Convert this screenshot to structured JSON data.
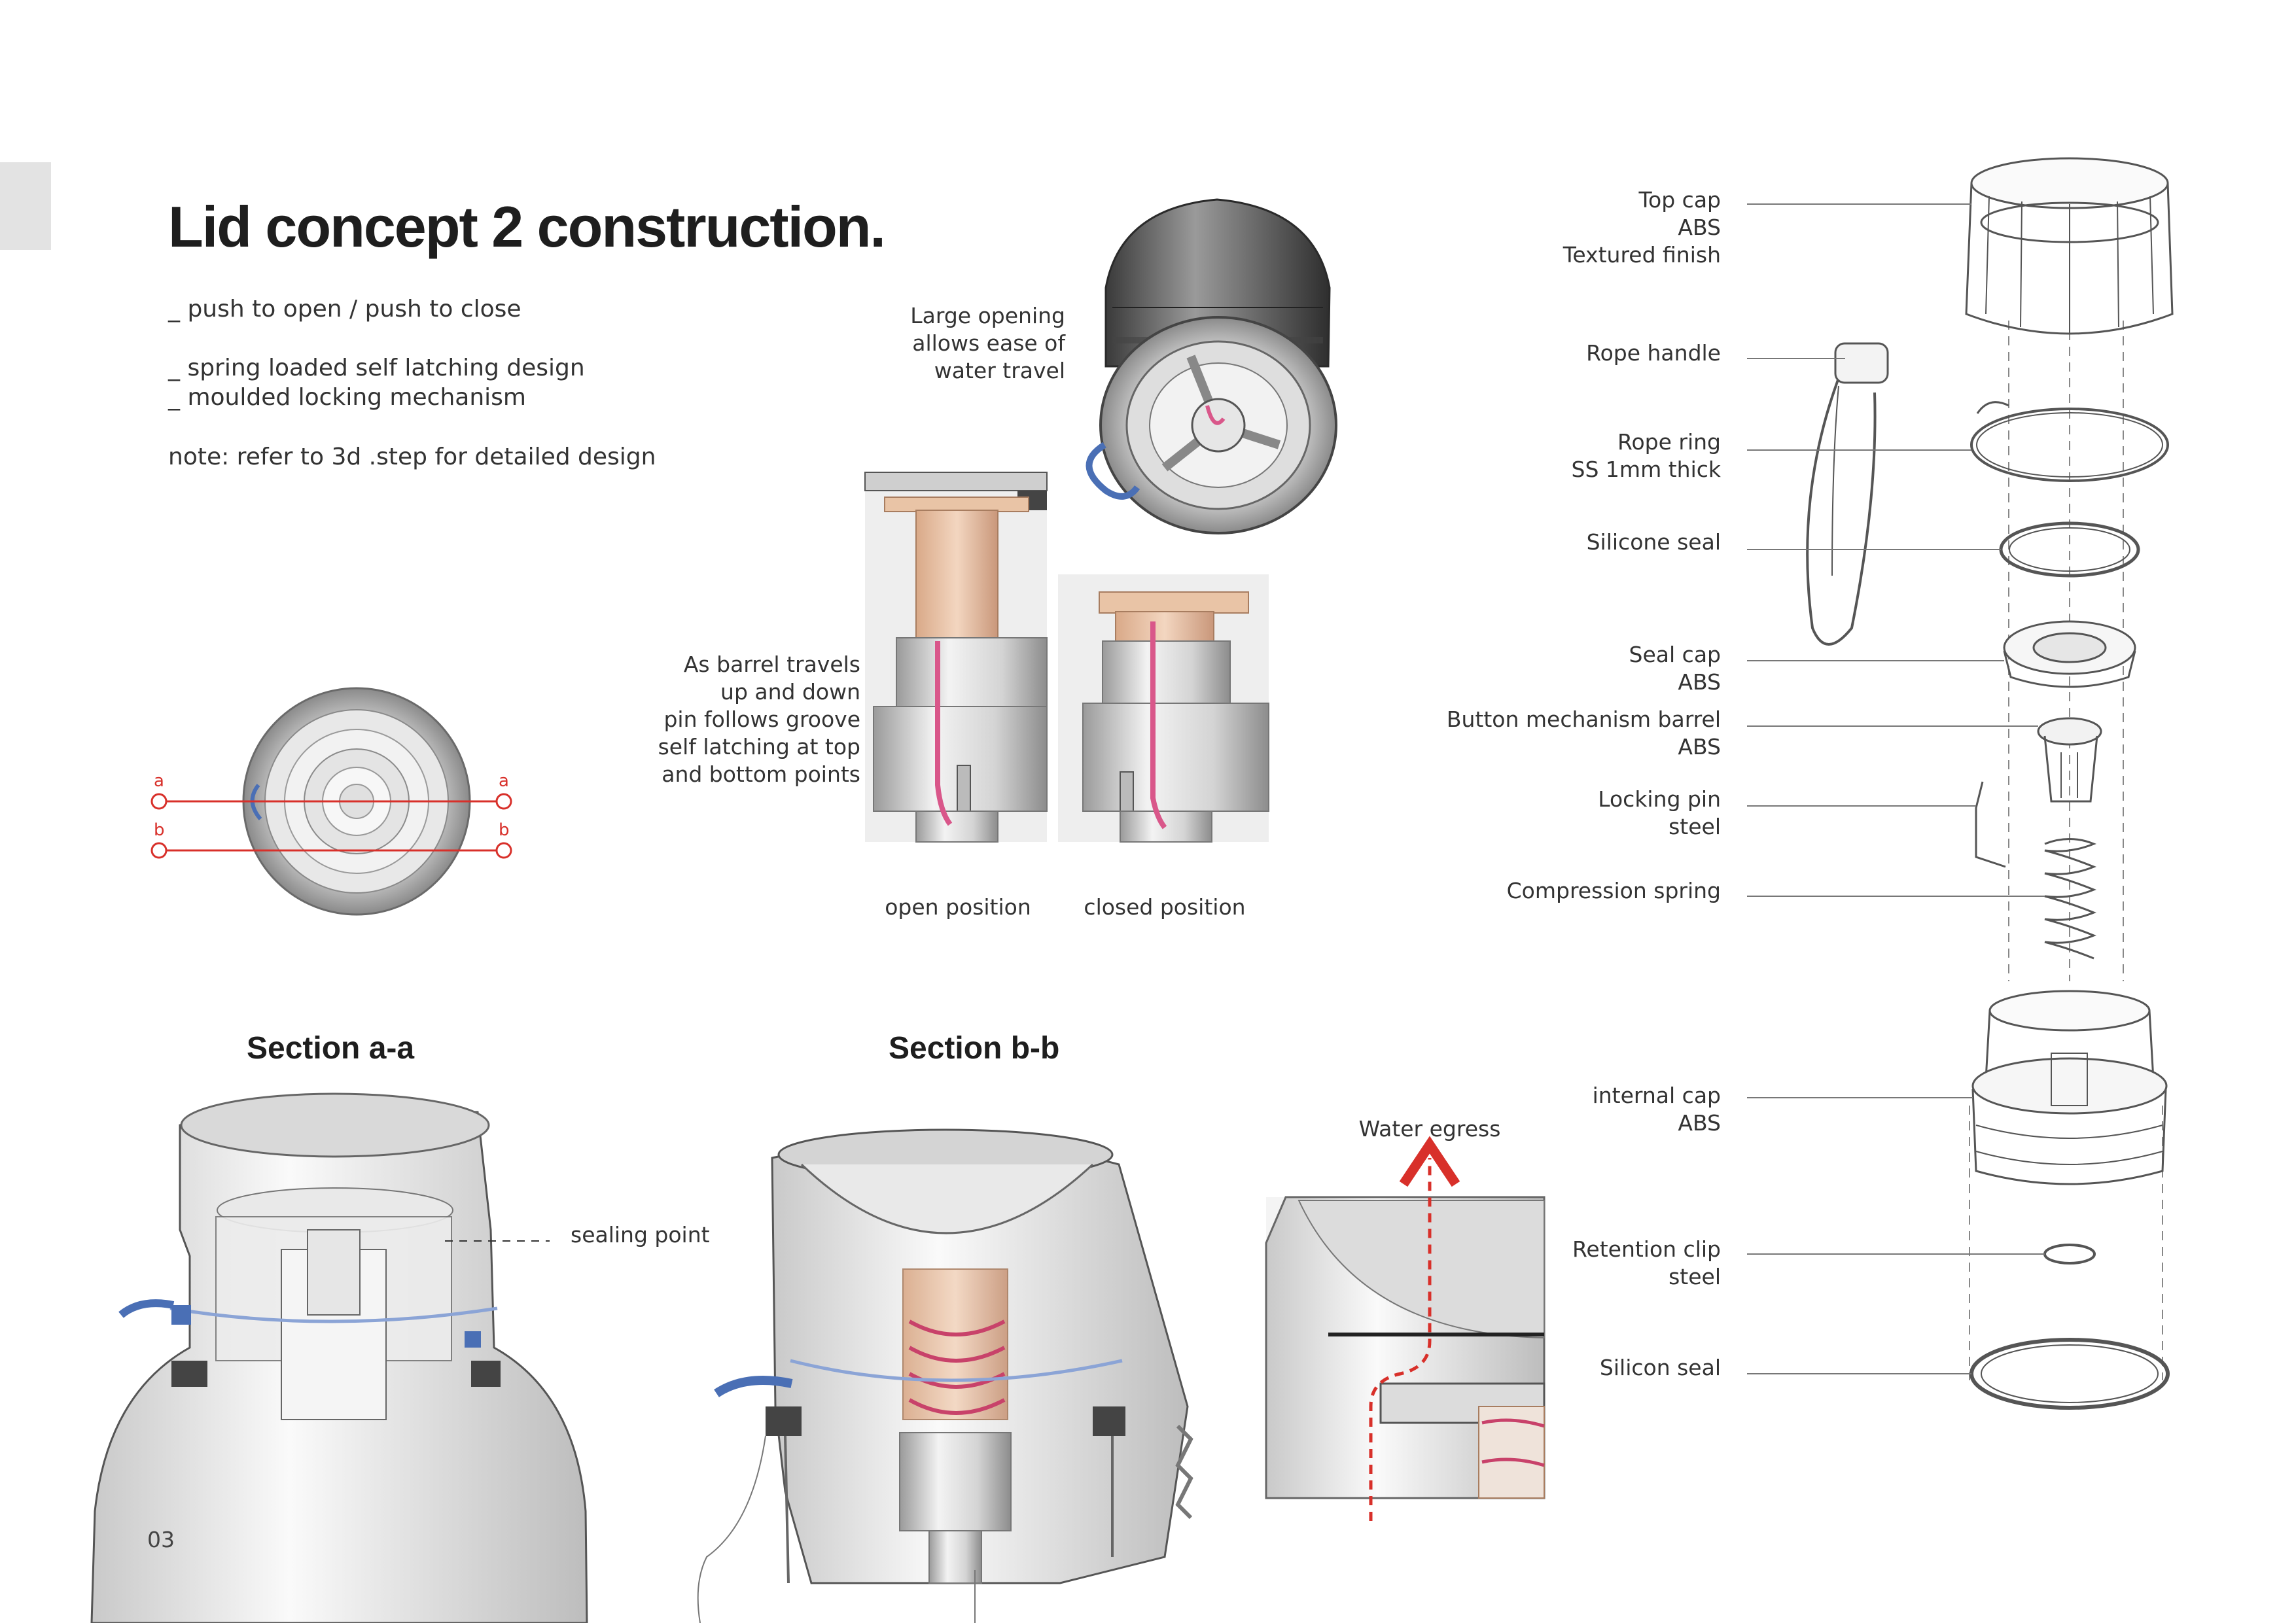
{
  "page": {
    "title": "Lid concept 2 construction.",
    "page_number": "03"
  },
  "features": [
    "_ push to open / push to close",
    "_ spring loaded self latching design",
    "_ moulded locking mechanism",
    "note: refer to 3d .step for detailed design"
  ],
  "callouts": {
    "large_opening": "Large opening\nallows ease of\nwater travel",
    "barrel_travel": "As barrel travels\nup and down\npin follows groove\nself latching at top\nand bottom points",
    "open_position": "open position",
    "closed_position": "closed position",
    "sealing_point": "sealing point",
    "water_egress": "Water egress"
  },
  "section_markers": {
    "a": "a",
    "b": "b"
  },
  "sections": {
    "a": "Section a-a",
    "b": "Section b-b"
  },
  "parts": [
    "Top cap\nABS\nTextured finish",
    "Rope handle",
    "Rope ring\nSS 1mm thick",
    "Silicone seal",
    "Seal cap\nABS",
    "Button mechanism barrel\nABS",
    "Locking pin\nsteel",
    "Compression spring",
    "internal cap\nABS",
    "Retention clip\nsteel",
    "Silicon seal"
  ],
  "colors": {
    "accent_red": "#d8302a",
    "seal_blue": "#4a6fb5",
    "barrel_peach": "#e9c4a6",
    "pin_pink": "#d9578a"
  }
}
